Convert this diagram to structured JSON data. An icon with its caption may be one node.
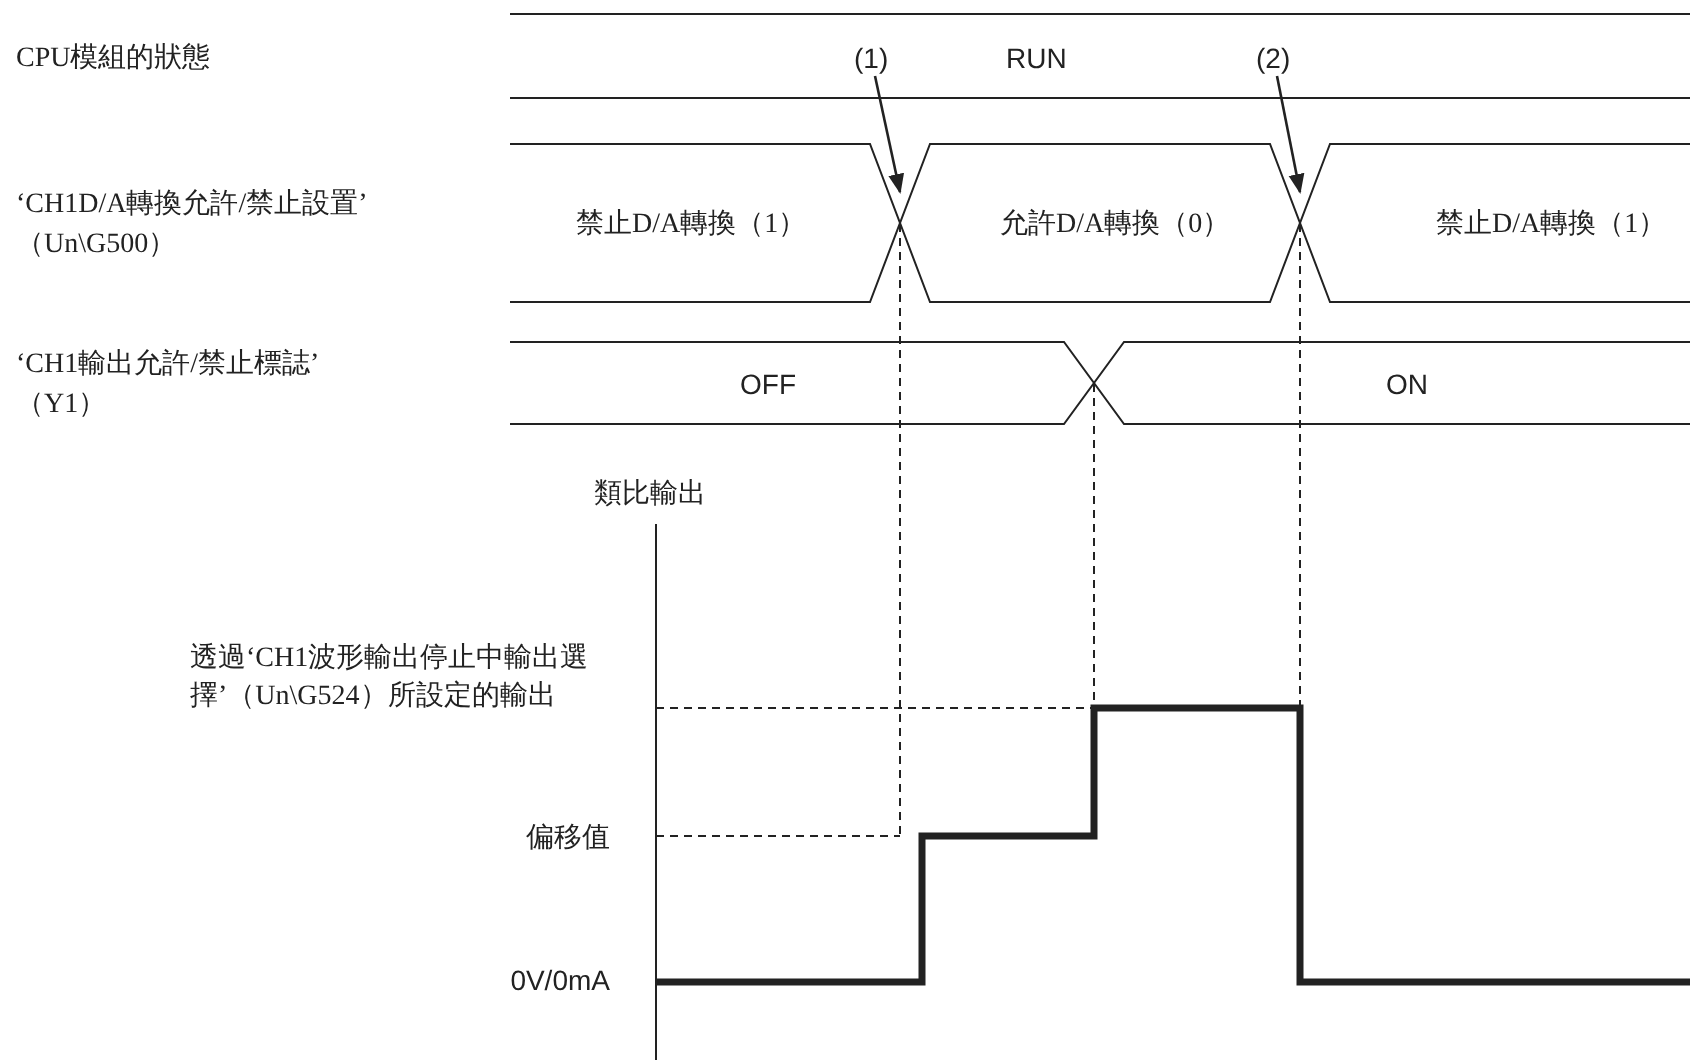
{
  "diagram": {
    "nodes": [
      {
        "text": [
          "(1)"
        ]
      },
      {
        "text": [
          "(2)"
        ]
      }
    ],
    "edges": [
      {
        "from": 0,
        "to": null,
        "arrow": "to"
      },
      {
        "from": 1,
        "to": null,
        "arrow": "to"
      }
    ],
    "labels": [
      "CPU模組的狀態",
      "RUN",
      "‘CH1D/A轉換允許/禁止設置’",
      "（Un\\G500）",
      "禁止D/A轉換（1）",
      "允許D/A轉換（0）",
      "禁止D/A轉換（1）",
      "‘CH1輸出允許/禁止標誌’",
      "（Y1）",
      "OFF",
      "ON",
      "類比輸出",
      "透過‘CH1波形輸出停止中輸出選擇’（Un\\G524）所設定的輸出",
      "偏移值",
      "0V/0mA"
    ]
  }
}
